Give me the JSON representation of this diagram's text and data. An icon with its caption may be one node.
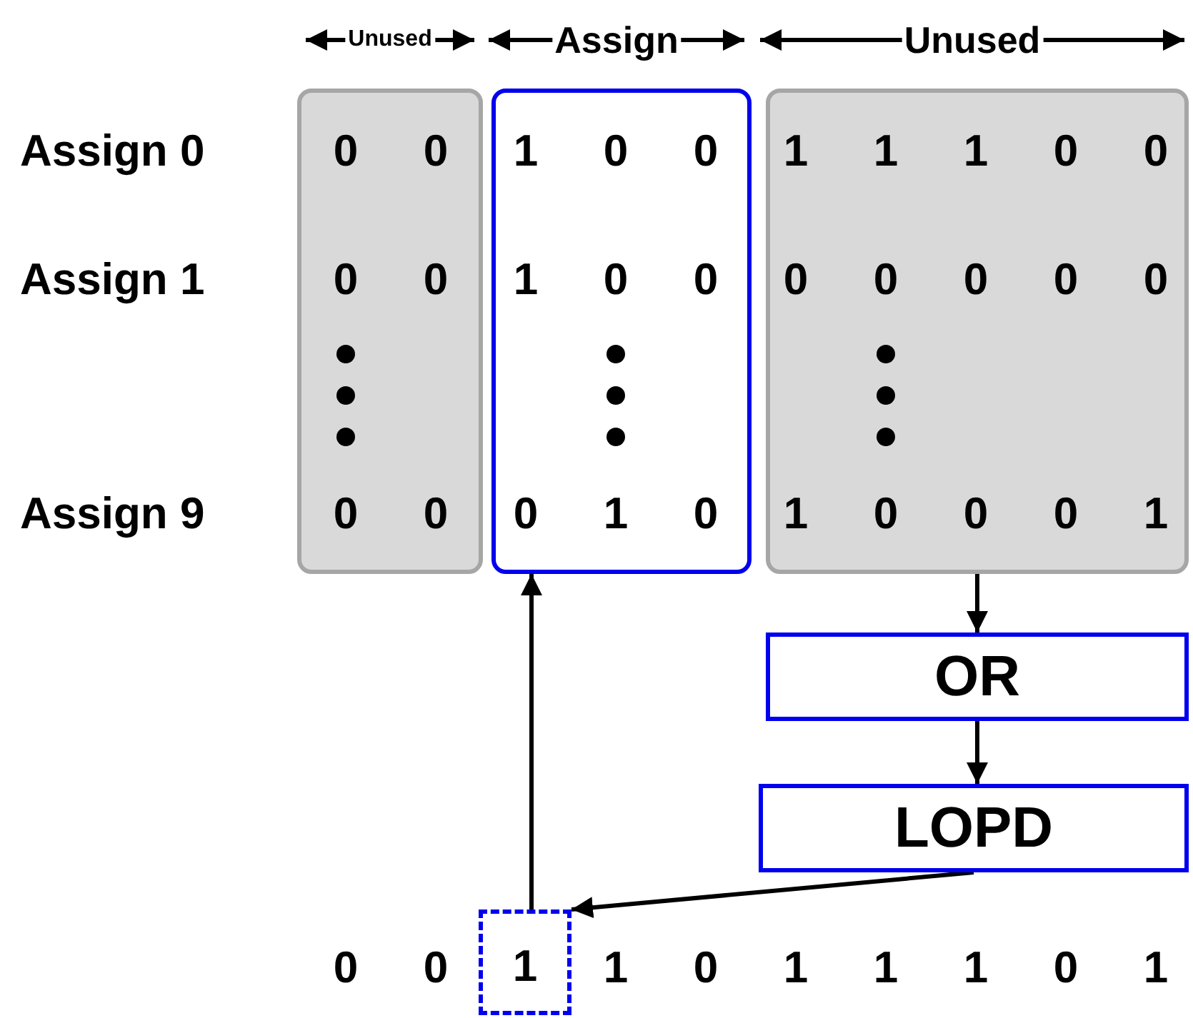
{
  "diagram": {
    "nodes": [
      {
        "text": [
          "0",
          "0",
          "0",
          "0",
          "0",
          "0"
        ]
      },
      {
        "text": [
          "1",
          "0",
          "0",
          "1",
          "0",
          "0",
          "0",
          "1",
          "0"
        ]
      },
      {
        "text": [
          "1",
          "1",
          "1",
          "0",
          "0",
          "0",
          "0",
          "0",
          "0",
          "0",
          "1",
          "0",
          "0",
          "0",
          "1"
        ]
      },
      {
        "text": [
          "OR"
        ]
      },
      {
        "text": [
          "LOPD"
        ]
      },
      {
        "text": [
          "1"
        ]
      }
    ],
    "edges": [
      {
        "from": 2,
        "to": 3,
        "arrow": "to"
      },
      {
        "from": 3,
        "to": 4,
        "arrow": "to"
      },
      {
        "from": 4,
        "to": 5,
        "arrow": "to"
      },
      {
        "from": 5,
        "to": 1,
        "arrow": "to"
      }
    ],
    "labels": [
      "Unused",
      "Assign",
      "Unused",
      "Assign 0",
      "Assign 1",
      "Assign 9",
      "0",
      "0",
      "1",
      "0",
      "1",
      "1",
      "1",
      "0",
      "1"
    ]
  }
}
